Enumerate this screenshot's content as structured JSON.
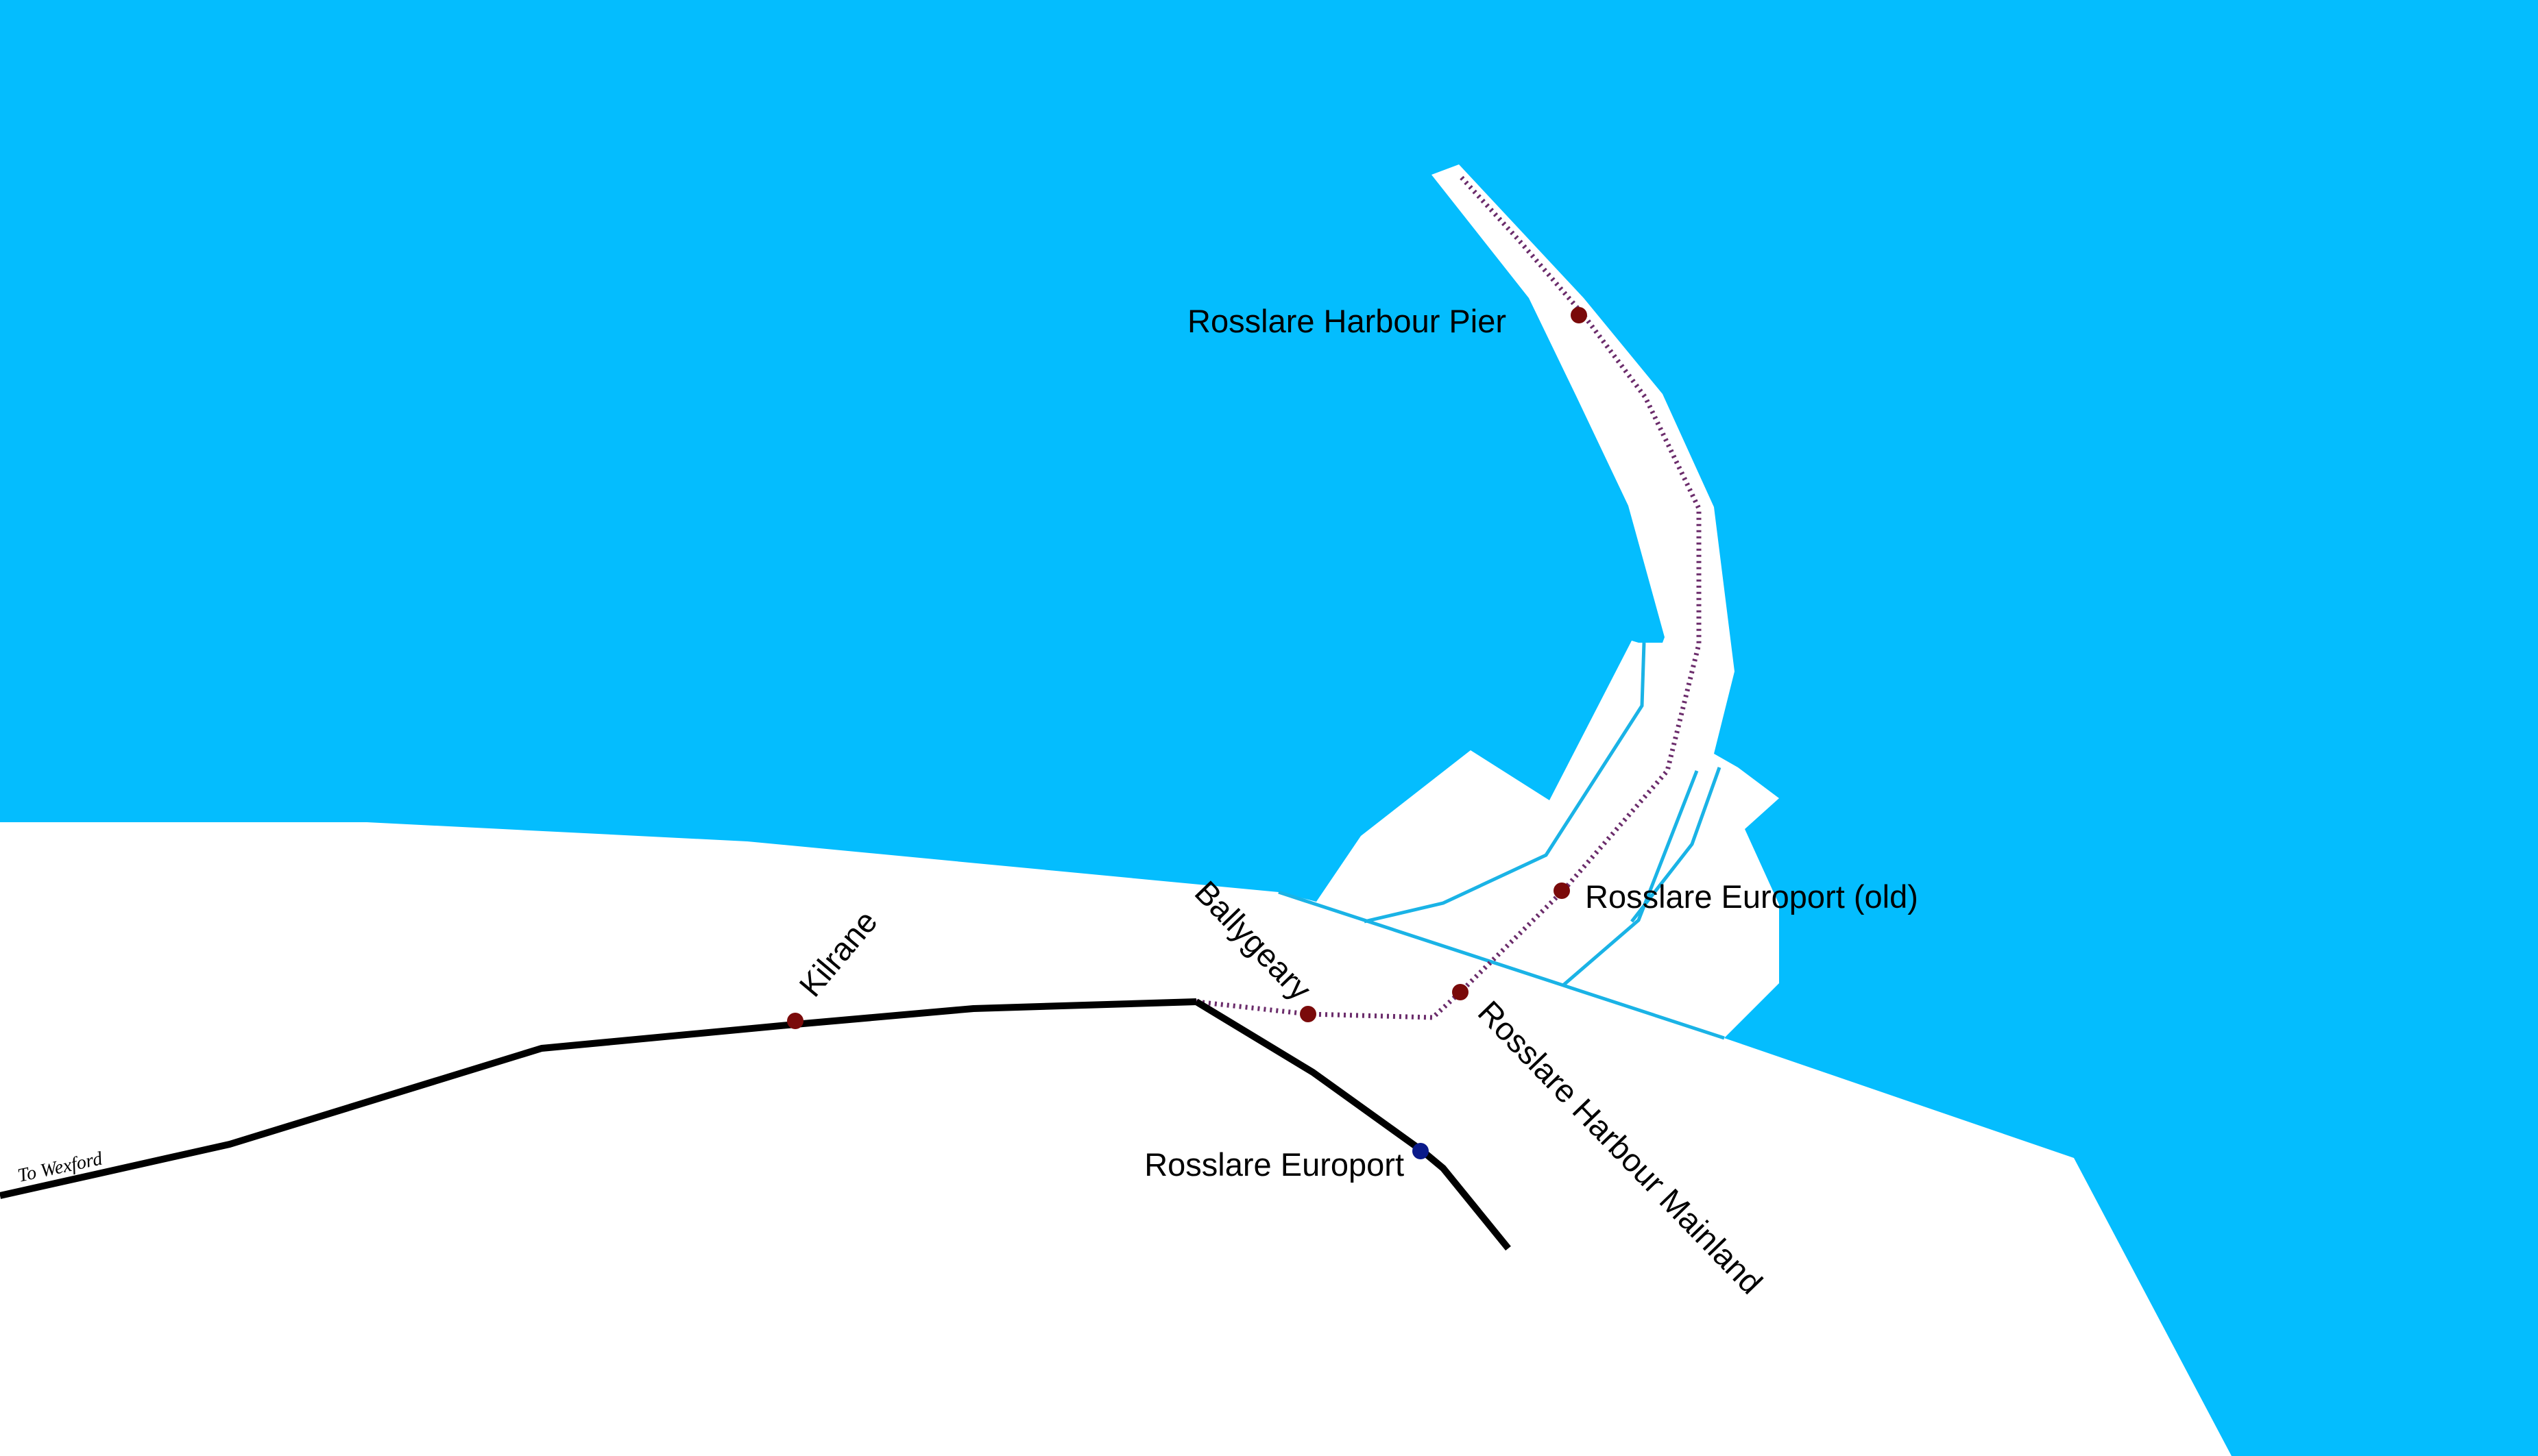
{
  "map": {
    "colors": {
      "sea": "#04bdfe",
      "land": "#ffffff",
      "quay_lines": "#1ab3e6",
      "active_rail": "#000000",
      "disused_rail": "#6b2c6b",
      "disused_station": "#7a0a0a",
      "active_station": "#0a1a8a"
    },
    "stations": {
      "kilrane": "Kilrane",
      "ballygeary": "Ballygeary",
      "rosslare_europort": "Rosslare Europort",
      "rosslare_europort_old": "Rosslare Europort (old)",
      "rosslare_harbour_mainland": "Rosslare Harbour Mainland",
      "rosslare_harbour_pier": "Rosslare Harbour Pier"
    },
    "direction_label": "To Wexford"
  }
}
